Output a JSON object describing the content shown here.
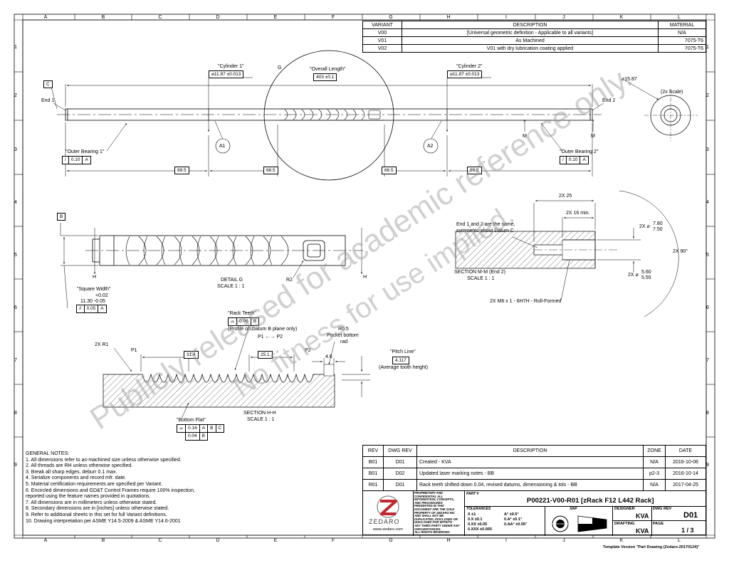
{
  "zones": {
    "top": [
      "A",
      "B",
      "C",
      "D",
      "E",
      "F",
      "G",
      "H",
      "I",
      "J",
      "K",
      "L"
    ],
    "side": [
      "1",
      "2",
      "3",
      "4",
      "5",
      "6",
      "7",
      "8",
      "9"
    ]
  },
  "variant_table": {
    "headers": [
      "VARIANT",
      "DESCRIPTION",
      "MATERIAL"
    ],
    "rows": [
      [
        "V00",
        "[Universal geometric definition - Applicable to all variants]",
        "N/A"
      ],
      [
        "V01",
        "As Machined",
        "7075-T6"
      ],
      [
        "V02",
        "V01 with dry lubrication coating applied",
        "7075-T6"
      ]
    ]
  },
  "main_view": {
    "datum_c": "C",
    "end1": "End 1",
    "end2": "End 2",
    "cyl1_label": "\"Cylinder 1\"",
    "cyl1_dim": "⌀11.87 ±0.013",
    "cyl2_label": "\"Cylinder 2\"",
    "cyl2_dim": "⌀11.87 ±0.013",
    "overall_label": "\"Overall Length\"",
    "overall_dim": "403 ±0.1",
    "detail_g": "G",
    "dia_end": "⌀15.87",
    "scale_2x": "(2x Scale)",
    "a1": "A1",
    "a2": "A2",
    "m1": "M",
    "m2": "M",
    "ob1_label": "\"Outer Bearing 1\"",
    "ob1_fcf": [
      "/",
      "0.10",
      "A"
    ],
    "ob2_label": "\"Outer Bearing 2\"",
    "ob2_fcf": [
      "/",
      "0.10",
      "A"
    ],
    "dims": [
      "89.5",
      "66.5",
      "66.5",
      "89.5"
    ]
  },
  "detail_g_view": {
    "datum_b": "B",
    "h1": "H",
    "h2": "H",
    "r2": "R2",
    "title": "DETAIL G",
    "scale": "SCALE 1 : 1",
    "sq_label": "\"Square Width\"",
    "sq_tol_plus": "+0.02",
    "sq_dim": "11.30 -0.05",
    "sq_fcf": [
      "//",
      "0.05",
      "A"
    ]
  },
  "section_mm": {
    "dim_25": "2X 25",
    "dim_16": "2X 16 min.",
    "note": "End 1 and 2 are the same,",
    "note2": "symmetric about Datum C",
    "dia_top_prefix": "2X ⌀",
    "dia_top_hi": "7.80",
    "dia_top_lo": "7.50",
    "angle": "2X 90°",
    "dia_bot_prefix": "2X ⌀",
    "dia_bot_hi": "5.60",
    "dia_bot_lo": "5.55",
    "title": "SECTION M-M (End 2)",
    "scale": "SCALE 1 : 1",
    "thread": "2X M6 x 1 - 6H7H - Roll-Formed"
  },
  "section_hh": {
    "rack_label": "\"Rack Teeth\"",
    "rack_fcf": [
      "⌓",
      "0.06",
      "B"
    ],
    "rack_note": "(Profile on Datum B plane only)",
    "p1p2": "P1 ←→ P2",
    "r05": "R0.5",
    "pocket": "Pocket bottom",
    "rad": "rad",
    "r1": "2X R1",
    "p1": "P1",
    "p2": "P2",
    "d314": "31.4",
    "d251": "25.1",
    "d46": "4.6",
    "pitch_label": "\"Pitch Line\"",
    "pitch_dim": "4.117",
    "pitch_note": "(Average tooth height)",
    "title": "SECTION H-H",
    "scale": "SCALE 1 : 1",
    "bf_label": "\"Bottom Flat\"",
    "bf_fcf1": [
      "⌓",
      "0.16",
      "A",
      "B",
      "C"
    ],
    "bf_fcf2": [
      "0.04",
      "B"
    ]
  },
  "watermark": {
    "line1": "Publicly released for academic reference only.",
    "line2": "No fitness for use implied."
  },
  "general_notes": {
    "title": "GENERAL NOTES:",
    "items": [
      "1.  All dimensions refer to as-machined size unless otherwise specified.",
      "2.  All threads are RH unless otherwise specified.",
      "3.  Break all sharp edges, deburr 0.1 max.",
      "4.  Serialize components and record mfr. date.",
      "5.  Material certification requirements are specified per Variant.",
      "6.  Encircled dimensions and GD&T Control Frames require 100% inspection,",
      "     reported using the feature names provided in quotations.",
      "7.  All dimensions are in millimeters unless otherwise stated.",
      "8.  Secondary dimensions are in [inches] unless otherwise stated.",
      "9.  Refer to additional sheets in this set for full Variant definitions.",
      "10. Drawing interpretation per ASME Y14.5-2009 & ASME Y14.6-2001"
    ]
  },
  "revision_table": {
    "headers": [
      "REV",
      "DWG REV",
      "DESCRIPTION",
      "ZONE",
      "DATE"
    ],
    "rows": [
      [
        "B01",
        "D01",
        "Created - KVA",
        "N/A",
        "2016-10-06"
      ],
      [
        "B01",
        "D02",
        "Updated laser marking notes - BB",
        "p2-3",
        "2016-10-14"
      ],
      [
        "R01",
        "D01",
        "Rack teeth shifted down 0.04, revised datums, dimensioning & tols - BB",
        "N/A",
        "2017-04-25"
      ]
    ]
  },
  "title_block": {
    "company": "ZEDARO",
    "website": "www.zedaro.com",
    "proprietary": [
      "PROPRIETARY AND",
      "CONFIDENTIAL ALL",
      "INFORMATION, CONCEPTS,",
      "AND PROCEDURES",
      "PRESENTED IN THIS",
      "DOCUMENT ARE THE SOLE",
      "PROPERTY OF ZEDARO INC",
      "AND SHALL NOT BE",
      "DUPLICATED, DISCLOSED OR",
      "DISCLOSED FOR WITH/TO",
      "ANY THIRD PARTY UNDER ANY",
      "CIRCUMSTANCES.",
      "ALL RIGHTS RESERVED."
    ],
    "part_label": "PART #",
    "part_number": "P00221-V00-R01 [zRack F12 L442 Rack]",
    "tol_title": "TOLERANCES",
    "tol_lin": [
      "X     ±1",
      "0.X   ±0.1",
      "0.XX  ±0.05",
      "0.XXX ±0.005"
    ],
    "tol_ang": [
      "A°   ±0.5°",
      "0.A°  ±0.1°",
      "0.AA° ±0.05°"
    ],
    "proj": "3AP",
    "designer_label": "DESIGNER",
    "designer": "KVA",
    "drafting_label": "DRAFTING",
    "drafting": "KVA",
    "dwgrev_label": "DWG REV",
    "dwgrev": "D01",
    "page_label": "PAGE",
    "page": "1 / 3",
    "accent": "#c0282d"
  },
  "template_version": "Template Version \"Part Drawing (Zedaro-20170124)\""
}
